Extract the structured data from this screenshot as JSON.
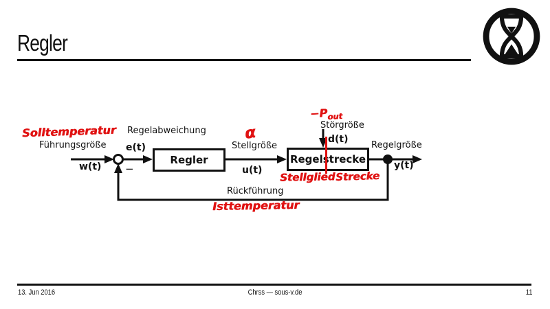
{
  "header": {
    "title": "Regler"
  },
  "logo": {
    "name": "hourglass-logo"
  },
  "diagram": {
    "fuehrungsgroesse": "Führungsgröße",
    "w": "w(t)",
    "regelabweichung": "Regelabweichung",
    "e": "e(t)",
    "regler": "Regler",
    "stellgroesse": "Stellgröße",
    "u": "u(t)",
    "stoergroesse": "Störgröße",
    "d": "d(t)",
    "regelstrecke": "Regelstrecke",
    "regelgroesse": "Regelgröße",
    "y": "y(t)",
    "rueckfuehrung": "Rückführung",
    "minus": "−"
  },
  "annotations": {
    "solltemperatur": "Solltemperatur",
    "alpha": "α",
    "pout_prefix": "−P",
    "pout_sub": "out",
    "stellglied": "Stellglied",
    "strecke": "Strecke",
    "isttemperatur": "Isttemperatur"
  },
  "footer": {
    "date": "13. Jun 2016",
    "credit": "Chrss — sous-v.de",
    "page": "11"
  },
  "colors": {
    "ink": "#111111",
    "annotation_red": "#e01212"
  }
}
